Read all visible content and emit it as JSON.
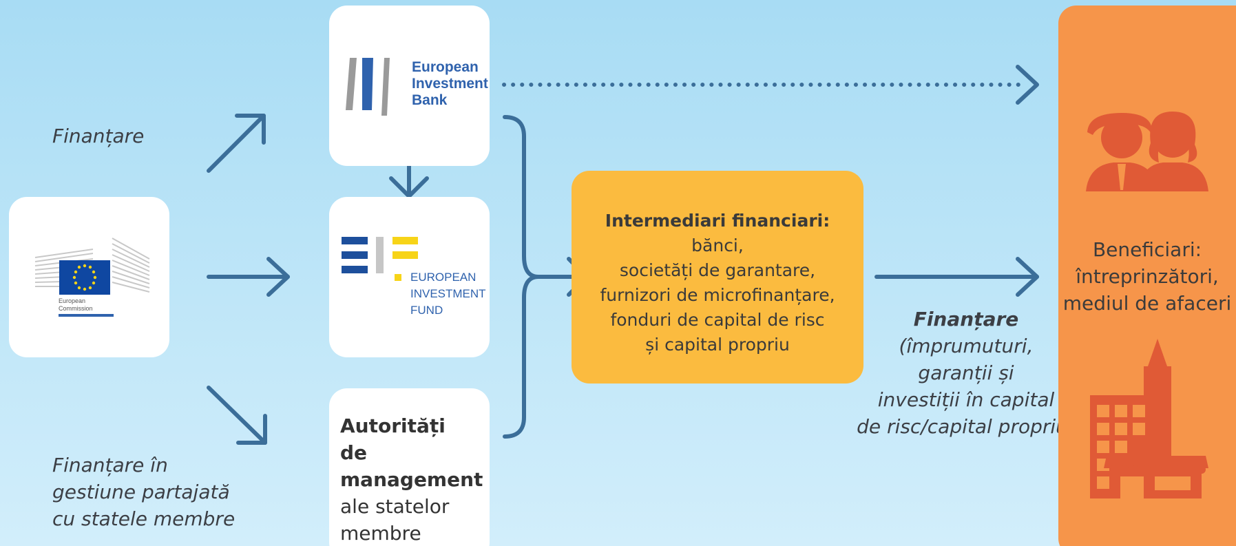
{
  "colors": {
    "background_top": "#a8dcf4",
    "background_bottom": "#d2eefb",
    "arrow": "#3b6e99",
    "intermediaries_box": "#fbbb3f",
    "beneficiaries_box": "#f6954a",
    "beneficiaries_icons": "#e05a36",
    "eib_blue": "#2f62ad",
    "eif_yellow": "#f7d418"
  },
  "labels": {
    "funding_left": "Finanțare",
    "shared_management": [
      "Finanțare în",
      "gestiune partajată",
      "cu statele membre"
    ]
  },
  "cards": {
    "european_commission": {
      "icon": "european-commission-logo",
      "text": [
        "European",
        "Commission"
      ]
    },
    "eib": {
      "icon": "eib-logo",
      "text": [
        "European",
        "Investment",
        "Bank"
      ]
    },
    "eif": {
      "icon": "eif-logo",
      "text": [
        "EUROPEAN",
        "INVESTMENT",
        "FUND"
      ]
    },
    "managing_authorities": {
      "bold": [
        "Autorități de",
        "management"
      ],
      "regular": [
        "ale statelor",
        "membre"
      ]
    }
  },
  "intermediaries": {
    "title": "Intermediari financiari:",
    "lines": [
      "bănci,",
      "societăți de garantare,",
      "furnizori de microfinanțare,",
      "fonduri de capital de risc",
      "și capital propriu"
    ]
  },
  "funding_note": {
    "title": "Finanțare",
    "lines": [
      "(împrumuturi,",
      "garanții și",
      "investiții în capital",
      "de risc/capital propriu)"
    ]
  },
  "beneficiaries": {
    "lines": [
      "Beneficiari:",
      "întreprinzători,",
      "mediul de afaceri"
    ],
    "icons": [
      "people-icon",
      "buildings-icon"
    ]
  }
}
